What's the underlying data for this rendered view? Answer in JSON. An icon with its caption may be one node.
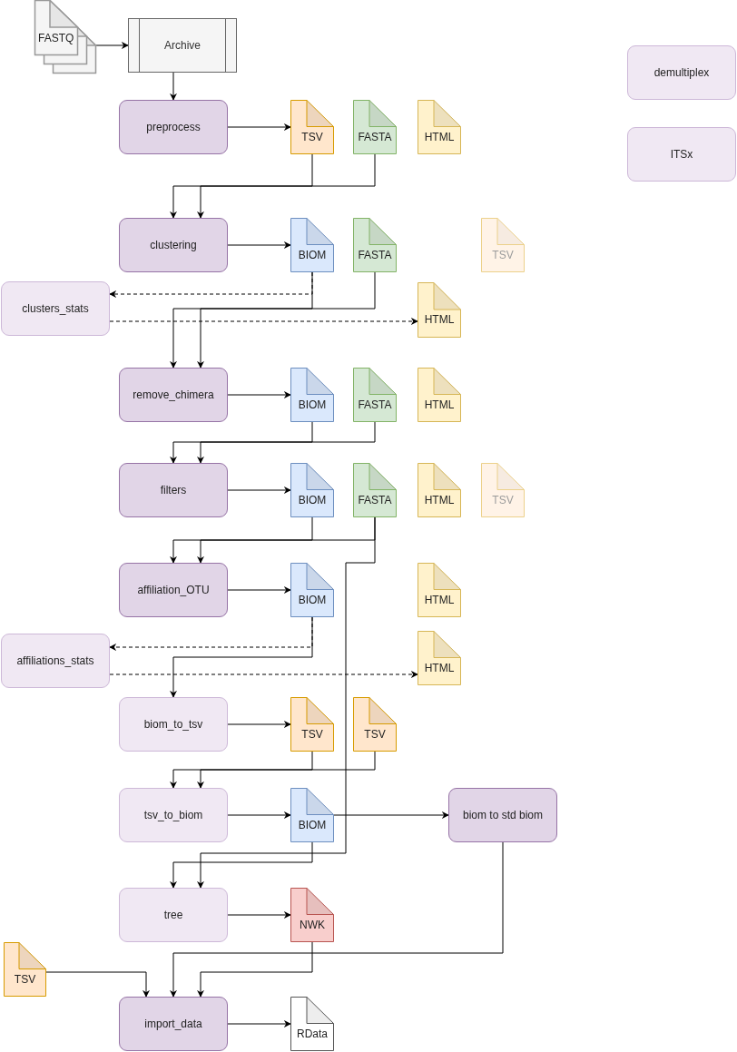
{
  "diagram": {
    "nodes": [
      {
        "text": [
          "FASTQ"
        ]
      },
      {
        "text": [
          "Archive"
        ]
      },
      {
        "text": [
          "demultiplex"
        ]
      },
      {
        "text": [
          "ITSx"
        ]
      },
      {
        "text": [
          "preprocess"
        ]
      },
      {
        "text": [
          "TSV"
        ]
      },
      {
        "text": [
          "FASTA"
        ]
      },
      {
        "text": [
          "HTML"
        ]
      },
      {
        "text": [
          "clustering"
        ]
      },
      {
        "text": [
          "BIOM"
        ]
      },
      {
        "text": [
          "FASTA"
        ]
      },
      {
        "text": [
          "TSV"
        ]
      },
      {
        "text": [
          "clusters_stats"
        ]
      },
      {
        "text": [
          "HTML"
        ]
      },
      {
        "text": [
          "remove_chimera"
        ]
      },
      {
        "text": [
          "BIOM"
        ]
      },
      {
        "text": [
          "FASTA"
        ]
      },
      {
        "text": [
          "HTML"
        ]
      },
      {
        "text": [
          "filters"
        ]
      },
      {
        "text": [
          "BIOM"
        ]
      },
      {
        "text": [
          "FASTA"
        ]
      },
      {
        "text": [
          "HTML"
        ]
      },
      {
        "text": [
          "TSV"
        ]
      },
      {
        "text": [
          "affiliation_OTU"
        ]
      },
      {
        "text": [
          "BIOM"
        ]
      },
      {
        "text": [
          "HTML"
        ]
      },
      {
        "text": [
          "affiliations_stats"
        ]
      },
      {
        "text": [
          "HTML"
        ]
      },
      {
        "text": [
          "biom_to_tsv"
        ]
      },
      {
        "text": [
          "TSV"
        ]
      },
      {
        "text": [
          "TSV"
        ]
      },
      {
        "text": [
          "tsv_to_biom"
        ]
      },
      {
        "text": [
          "BIOM"
        ]
      },
      {
        "text": [
          "biom to std biom"
        ]
      },
      {
        "text": [
          "tree"
        ]
      },
      {
        "text": [
          "NWK"
        ]
      },
      {
        "text": [
          "TSV"
        ]
      },
      {
        "text": [
          "import_data"
        ]
      },
      {
        "text": [
          "RData"
        ]
      }
    ],
    "edges": [
      {
        "from": 0,
        "to": 1,
        "arrow": "to"
      },
      {
        "from": 1,
        "to": 4,
        "arrow": "to"
      },
      {
        "from": 4,
        "to": 5,
        "arrow": "to"
      },
      {
        "from": 5,
        "to": 8,
        "arrow": "to"
      },
      {
        "from": 6,
        "to": 8,
        "arrow": "to"
      },
      {
        "from": 8,
        "to": 9,
        "arrow": "to"
      },
      {
        "from": 9,
        "to": 12,
        "arrow": "to",
        "style": "dashed"
      },
      {
        "from": 12,
        "to": 13,
        "arrow": "to",
        "style": "dashed"
      },
      {
        "from": 9,
        "to": 14,
        "arrow": "to"
      },
      {
        "from": 10,
        "to": 14,
        "arrow": "to"
      },
      {
        "from": 14,
        "to": 15,
        "arrow": "to"
      },
      {
        "from": 15,
        "to": 18,
        "arrow": "to"
      },
      {
        "from": 16,
        "to": 18,
        "arrow": "to"
      },
      {
        "from": 18,
        "to": 19,
        "arrow": "to"
      },
      {
        "from": 19,
        "to": 23,
        "arrow": "to"
      },
      {
        "from": 20,
        "to": 23,
        "arrow": "to"
      },
      {
        "from": 20,
        "to": 34,
        "arrow": "to"
      },
      {
        "from": 23,
        "to": 24,
        "arrow": "to"
      },
      {
        "from": 24,
        "to": 26,
        "arrow": "to",
        "style": "dashed"
      },
      {
        "from": 24,
        "to": 28,
        "arrow": "to"
      },
      {
        "from": 26,
        "to": 27,
        "arrow": "to",
        "style": "dashed"
      },
      {
        "from": 28,
        "to": 29,
        "arrow": "to"
      },
      {
        "from": 29,
        "to": 31,
        "arrow": "to"
      },
      {
        "from": 30,
        "to": 31,
        "arrow": "to"
      },
      {
        "from": 31,
        "to": 32,
        "arrow": "to"
      },
      {
        "from": 32,
        "to": 33,
        "arrow": "to"
      },
      {
        "from": 32,
        "to": 34,
        "arrow": "to"
      },
      {
        "from": 33,
        "to": 37,
        "arrow": "to"
      },
      {
        "from": 34,
        "to": 35,
        "arrow": "to"
      },
      {
        "from": 35,
        "to": 37,
        "arrow": "to"
      },
      {
        "from": 36,
        "to": 37,
        "arrow": "to"
      },
      {
        "from": 37,
        "to": 38,
        "arrow": "to"
      }
    ]
  }
}
